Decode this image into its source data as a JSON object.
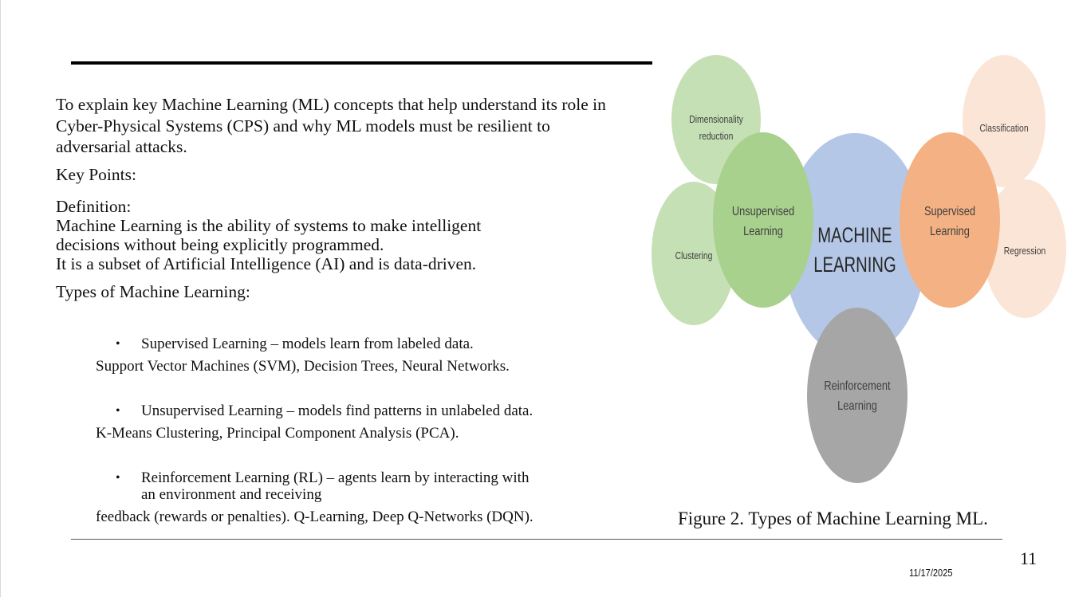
{
  "intro": "To explain key Machine Learning (ML) concepts that help understand its role in Cyber-Physical Systems (CPS) and why ML models must be resilient to adversarial attacks.",
  "key_points": "Key Points:",
  "definition": {
    "heading": "Definition:",
    "line1": "Machine Learning is the ability of systems to make intelligent",
    "line2": "decisions without being explicitly programmed.",
    "line3": "It is a subset of Artificial Intelligence (AI) and is data-driven."
  },
  "types_heading": "Types of Machine Learning:",
  "types": [
    {
      "bullet": "•",
      "title": "Supervised Learning – models learn from labeled data.",
      "examples": "Support Vector Machines (SVM), Decision Trees, Neural Networks."
    },
    {
      "bullet": "•",
      "title": "Unsupervised Learning – models find patterns in unlabeled data.",
      "examples": "K-Means Clustering, Principal Component Analysis (PCA)."
    },
    {
      "bullet": "•",
      "title": "Reinforcement Learning (RL) – agents learn by interacting with",
      "title_cont": "an environment and receiving",
      "examples": "feedback (rewards or penalties). Q-Learning, Deep Q-Networks (DQN)."
    }
  ],
  "diagram": {
    "center": [
      "MACHINE",
      "LEARNING"
    ],
    "unsupervised": [
      "Unsupervised",
      "Learning"
    ],
    "supervised": [
      "Supervised",
      "Learning"
    ],
    "reinforcement": [
      "Reinforcement",
      "Learning"
    ],
    "dimensionality": [
      "Dimensionality",
      "reduction"
    ],
    "clustering": "Clustering",
    "classification": "Classification",
    "regression": "Regression",
    "colors": {
      "center": "#b4c7e7",
      "unsupervised": "#a9d18e",
      "unsup_light": "#c5e0b4",
      "supervised": "#f4b183",
      "sup_light": "#fbe5d6",
      "reinforcement": "#a6a6a6"
    }
  },
  "figure_caption": "Figure 2.  Types of Machine Learning ML.",
  "slide_number": "11",
  "date": "11/17/2025"
}
